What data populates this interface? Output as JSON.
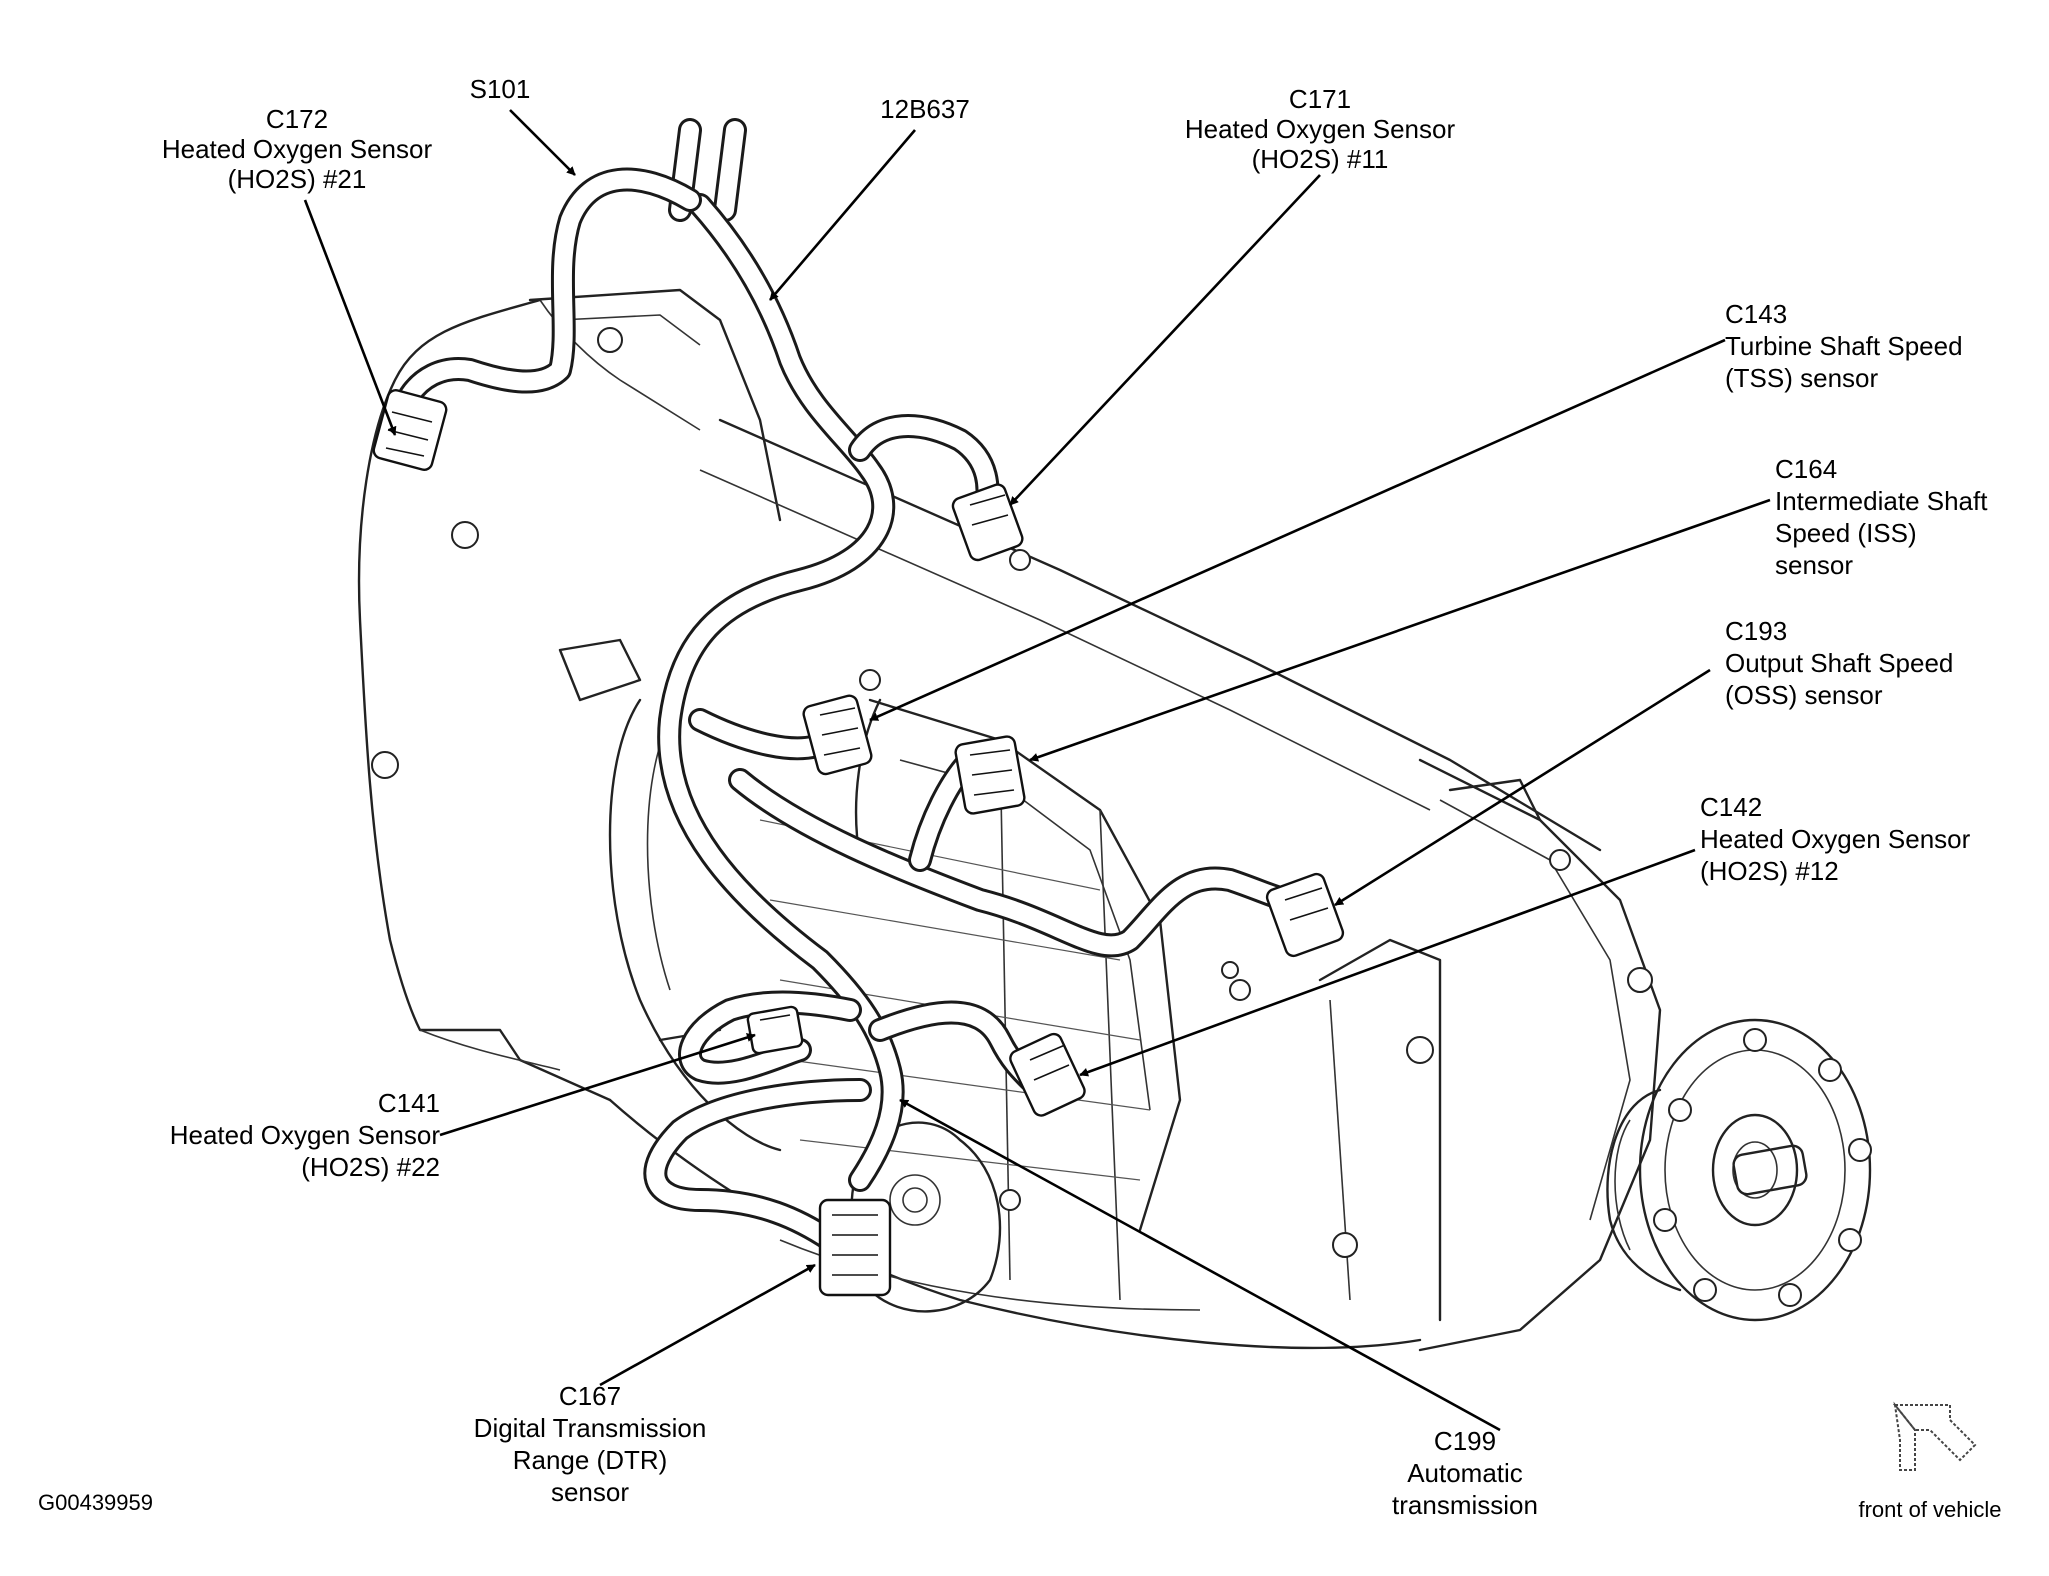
{
  "labels": {
    "c172": {
      "line1": "C172",
      "line2": "Heated Oxygen Sensor",
      "line3": "(HO2S) #21"
    },
    "s101": {
      "line1": "S101"
    },
    "p12b637": {
      "line1": "12B637"
    },
    "c171": {
      "line1": "C171",
      "line2": "Heated Oxygen Sensor",
      "line3": "(HO2S) #11"
    },
    "c143": {
      "line1": "C143",
      "line2": "Turbine Shaft Speed",
      "line3": "(TSS) sensor"
    },
    "c164": {
      "line1": "C164",
      "line2": "Intermediate Shaft",
      "line3": "Speed (ISS)",
      "line4": "sensor"
    },
    "c193": {
      "line1": "C193",
      "line2": "Output Shaft Speed",
      "line3": "(OSS) sensor"
    },
    "c142": {
      "line1": "C142",
      "line2": "Heated Oxygen Sensor",
      "line3": "(HO2S) #12"
    },
    "c141": {
      "line1": "C141",
      "line2": "Heated Oxygen Sensor",
      "line3": "(HO2S) #22"
    },
    "c167": {
      "line1": "C167",
      "line2": "Digital Transmission",
      "line3": "Range (DTR)",
      "line4": "sensor"
    },
    "c199": {
      "line1": "C199",
      "line2": "Automatic",
      "line3": "transmission"
    }
  },
  "figure_id": "G00439959",
  "orientation": {
    "label": "front of vehicle",
    "icon": "front-direction-arrow-icon"
  }
}
